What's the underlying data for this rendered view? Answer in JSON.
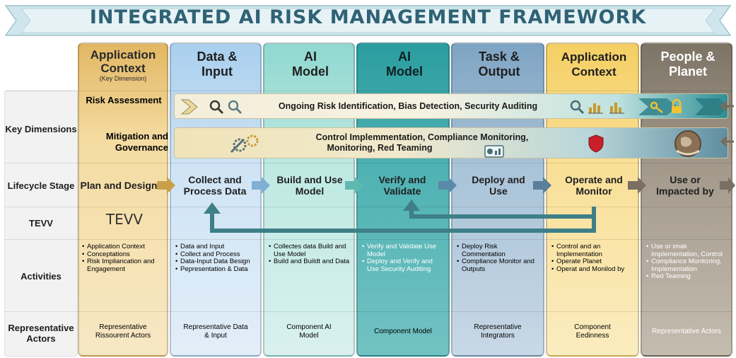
{
  "title": "INTEGRATED AI RISK MANAGEMENT FRAMEWORK",
  "row_headers": {
    "key_dimensions": "Key Dimensions",
    "lifecycle_stage": "Lifecycle Stage",
    "tevv": "TEVV",
    "activities": "Activities",
    "representative_actors": "Representative Actors"
  },
  "columns": [
    {
      "title": "Application Context",
      "subtitle": "(Key Dimension)",
      "stage": "Plan and Design",
      "activities": [
        "Application Context",
        "Conceptations",
        "Risk Impliancation and Engagement"
      ],
      "actors": "Representative Rissourent Actors",
      "color": "#e7bf6e"
    },
    {
      "title": "Data & Input",
      "subtitle": "",
      "stage": "Collect and Process Data",
      "activities": [
        "Data and Input",
        "Collect and Process",
        "Data-Input Data Besign",
        "Pepresentation & Data"
      ],
      "actors": "Representative Data & Input",
      "color": "#b9d9f0"
    },
    {
      "title": "AI Model",
      "subtitle": "",
      "stage": "Build and Use Model",
      "activities": [
        "Collectes data Build and Use Model",
        "Build and Buildt and Data"
      ],
      "actors": "Component AI Model",
      "color": "#a9e2dc"
    },
    {
      "title": "AI Model",
      "subtitle": "",
      "stage": "Verify and Validate",
      "activities": [
        "Verify and Validate Use Model",
        "Deploy and Verify and Use Security Auditing"
      ],
      "actors": "Component Model",
      "color": "#3aa6a6"
    },
    {
      "title": "Task & Output",
      "subtitle": "",
      "stage": "Deploy and Use",
      "activities": [
        "Deploy Risk Commentation",
        "Compliance Monitor and Outputs"
      ],
      "actors": "Representative Integrators",
      "color": "#92b3cd"
    },
    {
      "title": "Application Context",
      "subtitle": "",
      "stage": "Operate and Monitor",
      "activities": [
        "Control and an Implementation",
        "Operate Planet",
        "Operat and Monilod by"
      ],
      "actors": "Component Eedinness",
      "color": "#f7d77e"
    },
    {
      "title": "People & Planet",
      "subtitle": "",
      "stage": "Use or Impacted by",
      "activities": [
        "Use or imak Implementation, Control",
        "Compliance Monitoring, Implementation",
        "Red Teaming"
      ],
      "actors": "Representative Actors",
      "color": "#8c8376"
    }
  ],
  "key_dimensions": {
    "risk_assessment_label": "Risk Assessment",
    "risk_assessment_banner": "Ongoing Risk Identification, Bias Detection, Security Auditing",
    "mitigation_label": "Mitigation and Governance",
    "mitigation_banner_line1": "Control Implemmentation, Compliance Monitoring,",
    "mitigation_banner_line2": "Monitoring, Red Teaming"
  },
  "tevv_value": "TEVV",
  "colors": {
    "title": "#2f6275",
    "ribbon": "#cfe6ec",
    "arrow": "#3e7f88",
    "stage_arrow": "#6f97a8"
  },
  "icons": [
    "magnifier-icon",
    "bar-chart-icon",
    "key-icon",
    "lock-icon",
    "gears-icon",
    "shield-icon",
    "globe-hands-icon",
    "monitor-chart-icon"
  ]
}
